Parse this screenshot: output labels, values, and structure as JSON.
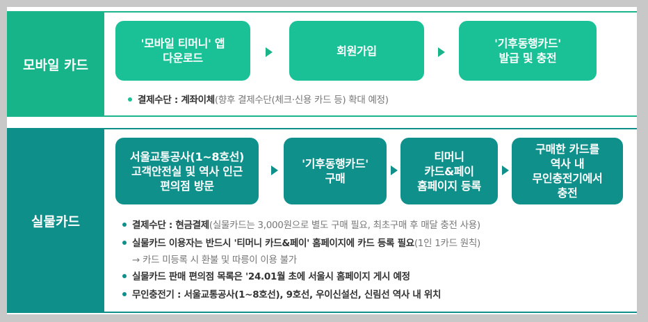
{
  "mobile": {
    "label": "모바일 카드",
    "steps": [
      "'모바일 티머니' 앱\n다운로드",
      "회원가입",
      "'기후동행카드'\n발급 및 충전"
    ],
    "payment_key": "결제수단 : ",
    "payment_main": "계좌이체",
    "payment_note": "(향후 결제수단(체크·신용 카드 등) 확대 예정)"
  },
  "physical": {
    "label": "실물카드",
    "steps": [
      "서울교통공사(1~8호선)\n고객안전실 및 역사 인근\n편의점 방문",
      "'기후동행카드'\n구매",
      "티머니\n카드&페이\n홈페이지 등록",
      "구매한 카드를\n역사 내\n무인충전기에서\n충전"
    ],
    "notes": [
      {
        "key": "결제수단 : ",
        "main": "현금결제",
        "rest": "(실물카드는 3,000원으로 별도 구매 필요, 최초구매 후 매달 충전 사용)"
      },
      {
        "key": "",
        "main": "실물카드 이용자는 반드시 '티머니 카드&페이' 홈페이지에 카드 등록 필요",
        "rest": "(1인 1카드 원칙)"
      },
      {
        "key": "",
        "main": "",
        "rest": "→ 카드 미등록 시 환불 및 따릉이 이용 불가"
      },
      {
        "key": "",
        "main": "실물카드 판매 편의점 목록은 '24.01월 초에 서울시 홈페이지 게시 예정",
        "rest": ""
      },
      {
        "key": "",
        "main": "무인충전기 : 서울교통공사(1~8호선), 9호선, 우이신설선, 신림선 역사 내 위치",
        "rest": ""
      }
    ]
  },
  "colors": {
    "mobile_accent": "#1bc196",
    "physical_accent": "#10908b"
  }
}
